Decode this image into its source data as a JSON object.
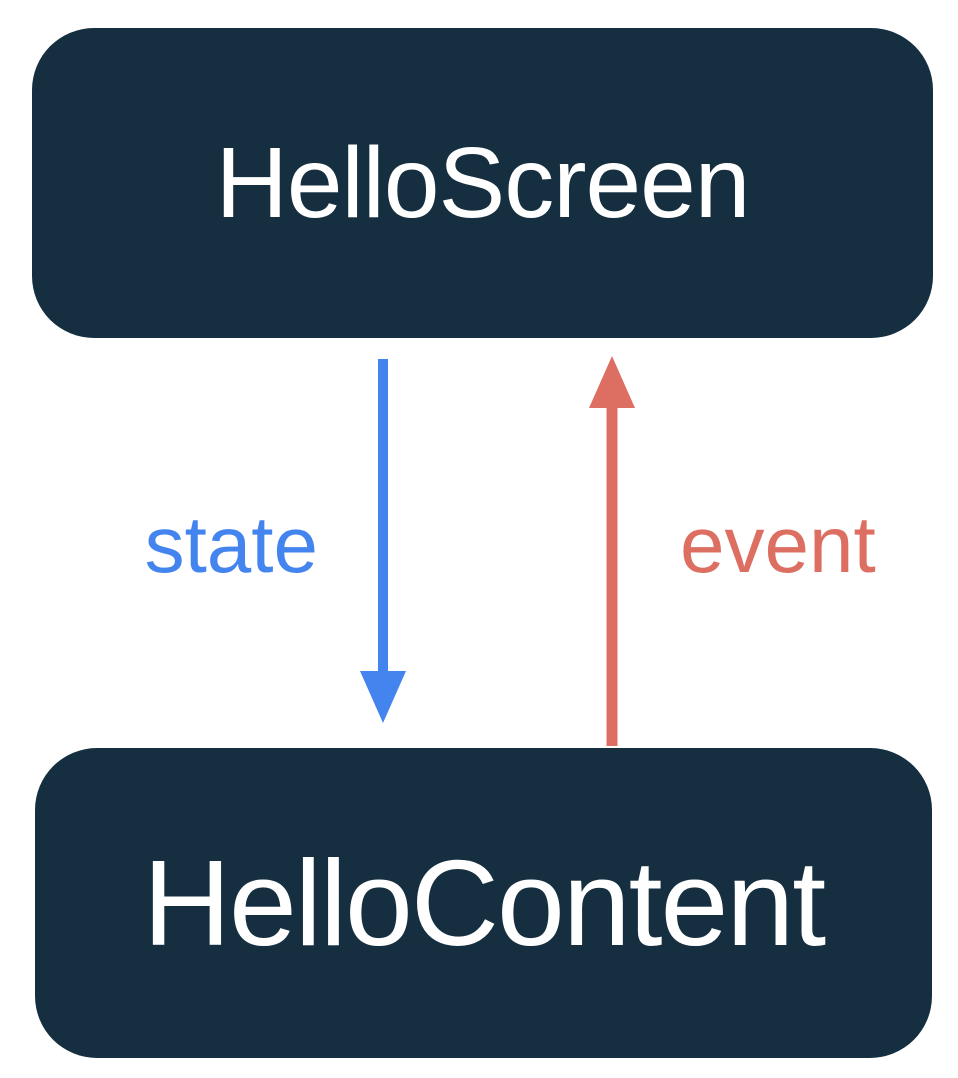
{
  "diagram": {
    "top_node": {
      "label": "HelloScreen"
    },
    "bottom_node": {
      "label": "HelloContent"
    },
    "state_arrow": {
      "label": "state",
      "direction": "down",
      "color": "#4484EE"
    },
    "event_arrow": {
      "label": "event",
      "direction": "up",
      "color": "#DD6F62"
    },
    "colors": {
      "node_background": "#152F40",
      "node_text": "#FFFFFF",
      "page_background": "#FFFFFF"
    }
  }
}
